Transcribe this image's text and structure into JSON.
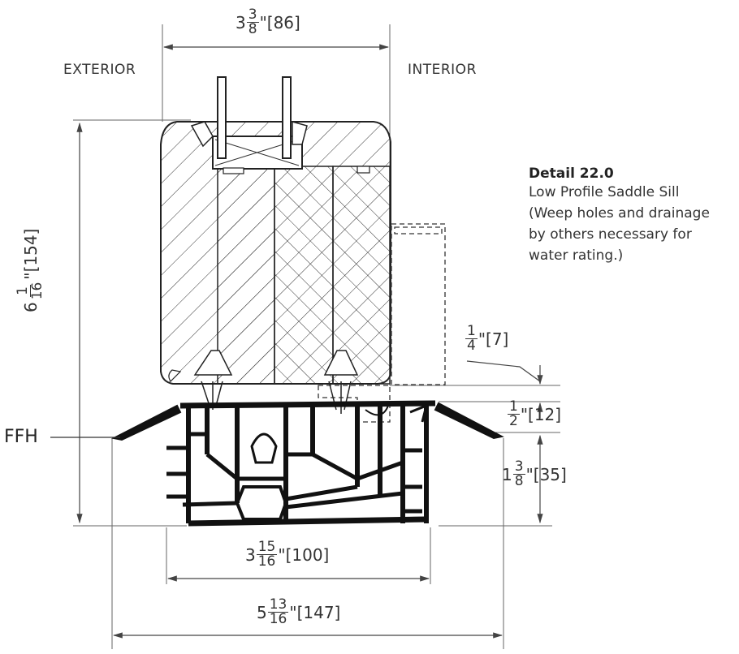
{
  "labels": {
    "exterior": "EXTERIOR",
    "interior": "INTERIOR",
    "ffh": "FFH"
  },
  "detail": {
    "title": "Detail 22.0",
    "lines": [
      "Low Profile Saddle Sill",
      "(Weep holes and drainage",
      "by others necessary for",
      "water rating.)"
    ]
  },
  "dimensions": {
    "top_width": {
      "whole": "3",
      "num": "3",
      "den": "8",
      "inch": "\"",
      "mm": "[86]"
    },
    "height": {
      "whole": "6",
      "num": "1",
      "den": "16",
      "inch": "\"",
      "mm": "[154]"
    },
    "quarter": {
      "whole": "",
      "num": "1",
      "den": "4",
      "inch": "\"",
      "mm": "[7]"
    },
    "half": {
      "whole": "",
      "num": "1",
      "den": "2",
      "inch": "\"",
      "mm": "[12]"
    },
    "sill_height": {
      "whole": "1",
      "num": "3",
      "den": "8",
      "inch": "\"",
      "mm": "[35]"
    },
    "inner_width": {
      "whole": "3",
      "num": "15",
      "den": "16",
      "inch": "\"",
      "mm": "[100]"
    },
    "overall_width": {
      "whole": "5",
      "num": "13",
      "den": "16",
      "inch": "\"",
      "mm": "[147]"
    }
  }
}
